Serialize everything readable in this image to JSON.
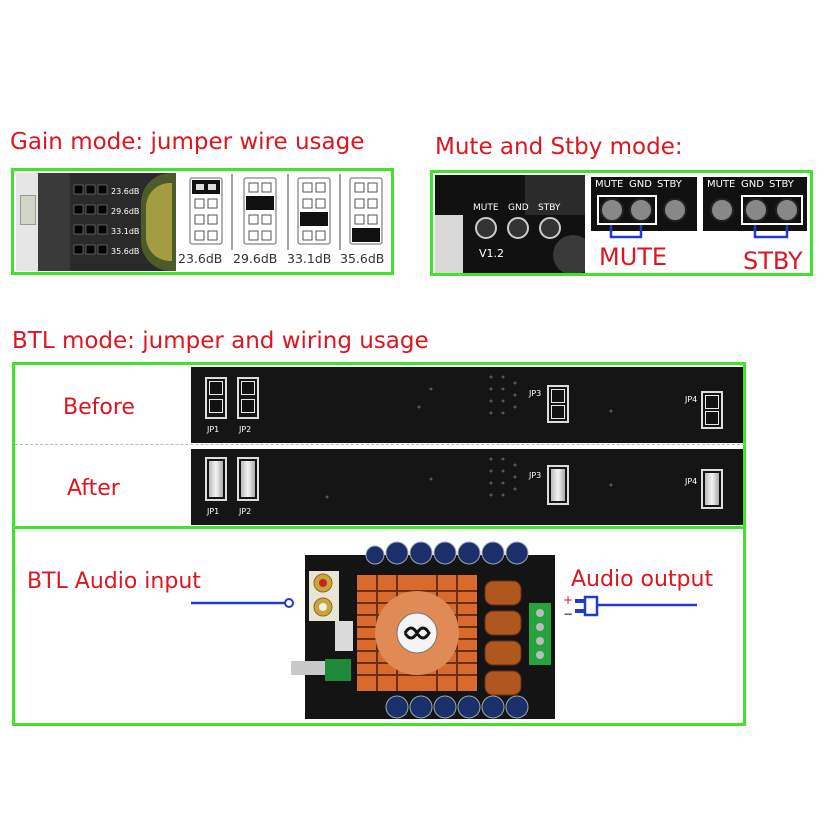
{
  "gain": {
    "title": "Gain mode: jumper wire usage",
    "pcb_labels": [
      "23.6dB",
      "29.6dB",
      "33.1dB",
      "35.6dB"
    ],
    "options": [
      "23.6dB",
      "29.6dB",
      "33.1dB",
      "35.6dB"
    ]
  },
  "mute": {
    "title": "Mute and Stby mode:",
    "pin_labels": [
      "MUTE",
      "GND",
      "STBY"
    ],
    "version": "V1.2",
    "mute_label": "MUTE",
    "stby_label": "STBY"
  },
  "btl": {
    "title": "BTL mode: jumper and wiring usage",
    "before_label": "Before",
    "after_label": "After",
    "jumpers": [
      "JP1",
      "JP2",
      "JP3",
      "JP4"
    ],
    "input_label": "BTL Audio input",
    "output_label": "Audio output"
  },
  "colors": {
    "title_red": "#e0141e",
    "frame_green": "#41e32d",
    "wire_blue": "#1f3bd1",
    "pcb_black": "#151515"
  }
}
